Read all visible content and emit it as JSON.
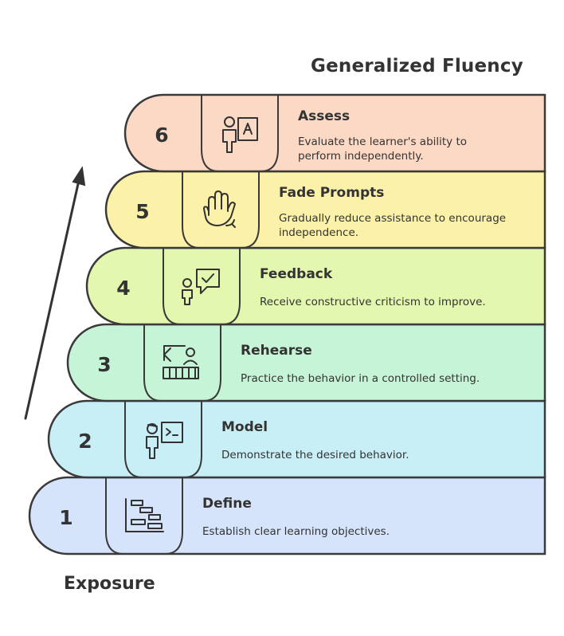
{
  "top_label": "Generalized Fluency",
  "bottom_label": "Exposure",
  "steps": [
    {
      "number": "6",
      "title": "Assess",
      "description": "Evaluate the learner's ability to perform independently.",
      "color": "#fbd9c4",
      "icon": "teacher-board-icon"
    },
    {
      "number": "5",
      "title": "Fade Prompts",
      "description": "Gradually reduce assistance to encourage independence.",
      "color": "#fbf1a8",
      "icon": "waving-hand-icon"
    },
    {
      "number": "4",
      "title": "Feedback",
      "description": "Receive constructive criticism to improve.",
      "color": "#e3f7ae",
      "icon": "person-chat-check-icon"
    },
    {
      "number": "3",
      "title": "Rehearse",
      "description": "Practice the behavior in a controlled setting.",
      "color": "#c5f5d6",
      "icon": "rehearsal-stage-icon"
    },
    {
      "number": "2",
      "title": "Model",
      "description": "Demonstrate the desired behavior.",
      "color": "#c8eef6",
      "icon": "presenter-code-icon"
    },
    {
      "number": "1",
      "title": "Define",
      "description": "Establish clear learning objectives.",
      "color": "#d5e4fa",
      "icon": "gantt-chart-icon"
    }
  ]
}
